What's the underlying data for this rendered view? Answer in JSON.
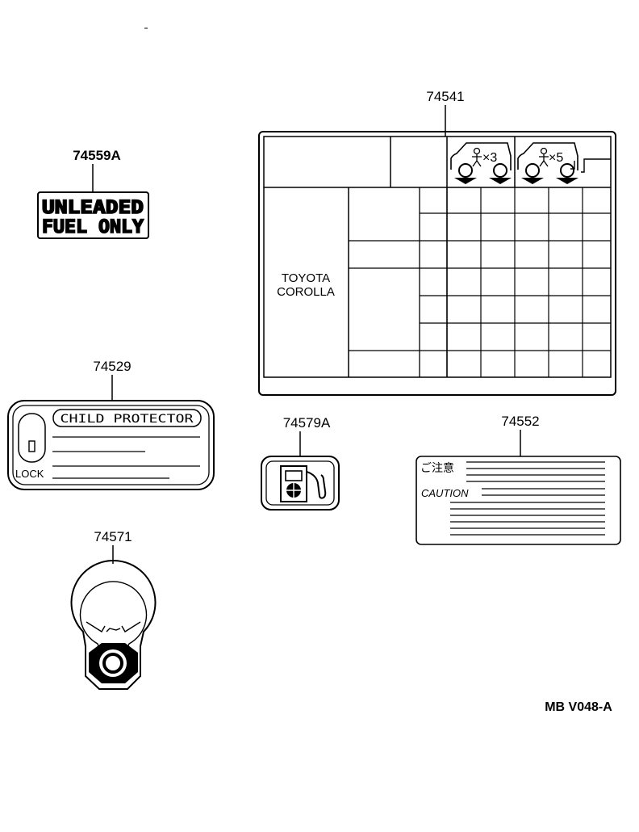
{
  "parts": {
    "p74559a": {
      "number": "74559A",
      "line1": "UNLEADED",
      "line2": "FUEL ONLY"
    },
    "p74541": {
      "number": "74541",
      "model_line1": "TOYOTA",
      "model_line2": "COROLLA",
      "occupants_3": "×3",
      "occupants_5": "×5"
    },
    "p74529": {
      "number": "74529",
      "title": "CHILD PROTECTOR",
      "lock": "LOCK"
    },
    "p74579a": {
      "number": "74579A"
    },
    "p74552": {
      "number": "74552",
      "jp_caution": "ご注意",
      "caution": "CAUTION"
    },
    "p74571": {
      "number": "74571"
    }
  },
  "drawing_code": "MB V048-A"
}
